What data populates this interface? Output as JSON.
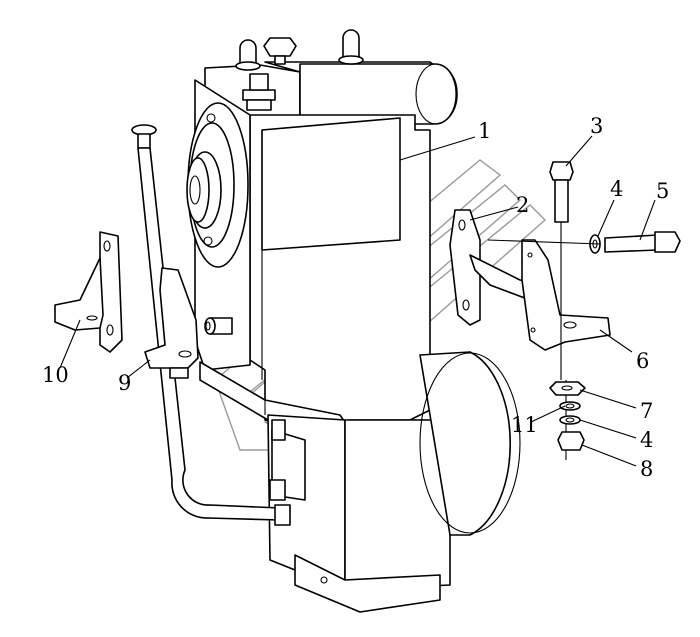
{
  "callouts": [
    {
      "id": "1",
      "label": "1"
    },
    {
      "id": "2",
      "label": "2"
    },
    {
      "id": "3",
      "label": "3"
    },
    {
      "id": "4a",
      "label": "4"
    },
    {
      "id": "5",
      "label": "5"
    },
    {
      "id": "6",
      "label": "6"
    },
    {
      "id": "7",
      "label": "7"
    },
    {
      "id": "4b",
      "label": "4"
    },
    {
      "id": "8",
      "label": "8"
    },
    {
      "id": "11",
      "label": "11"
    },
    {
      "id": "9",
      "label": "9"
    },
    {
      "id": "10",
      "label": "10"
    }
  ],
  "colors": {
    "line": "#000000",
    "watermark": "#9a9a9a",
    "background": "#ffffff"
  }
}
